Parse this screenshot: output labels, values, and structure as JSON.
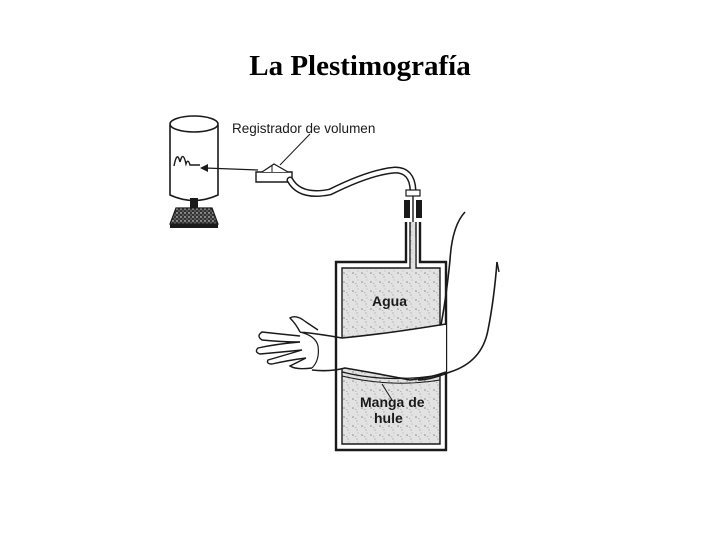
{
  "slide": {
    "title": "La Plestimografía"
  },
  "diagram": {
    "labels": {
      "recorder": "Registrador de volumen",
      "water": "Agua",
      "sleeve_line1": "Manga de",
      "sleeve_line2": "hule"
    },
    "colors": {
      "ink": "#1a1a1a",
      "water_fill": "#d9d9d9",
      "background": "#ffffff"
    }
  }
}
